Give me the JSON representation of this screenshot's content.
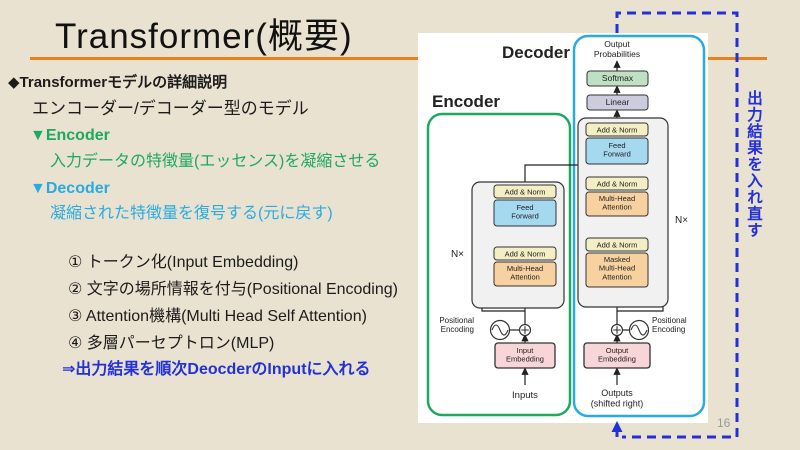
{
  "slide": {
    "title": "Transformer(概要)",
    "page_number": "16",
    "colors": {
      "background": "#e9e2d0",
      "accent_orange": "#e8811c",
      "encoder_green": "#1fa85f",
      "decoder_cyan": "#29abe2",
      "note_blue": "#2230d8"
    }
  },
  "left": {
    "heading": "◆Transformerモデルの詳細説明",
    "subheading": "エンコーダー/デコーダー型のモデル",
    "encoder_label": "▼Encoder",
    "encoder_desc": "入力データの特徴量(エッセンス)を凝縮させる",
    "decoder_label": "▼Decoder",
    "decoder_desc": "凝縮された特徴量を復号する(元に戻す)",
    "steps": [
      "① トークン化(Input Embedding)",
      "② 文字の場所情報を付与(Positional Encoding)",
      "③ Attention機構(Multi Head Self Attention)",
      "④ 多層パーセプトロン(MLP)"
    ],
    "note": "⇒出力結果を順次DeocderのInputに入れる"
  },
  "diagram": {
    "encoder_title": "Encoder",
    "decoder_title": "Decoder",
    "output_probabilities": "Output\nProbabilities",
    "softmax": "Softmax",
    "linear": "Linear",
    "add_norm": "Add & Norm",
    "feed_forward": "Feed\nForward",
    "multi_head_attention": "Multi-Head\nAttention",
    "masked_multi_head_attention": "Masked\nMulti-Head\nAttention",
    "nx": "N×",
    "positional_encoding": "Positional\nEncoding",
    "input_embedding": "Input\nEmbedding",
    "output_embedding": "Output\nEmbedding",
    "inputs": "Inputs",
    "outputs": "Outputs\n(shifted right)"
  },
  "annotation": {
    "loop_note_vertical": "出力結果を入れ直す"
  }
}
